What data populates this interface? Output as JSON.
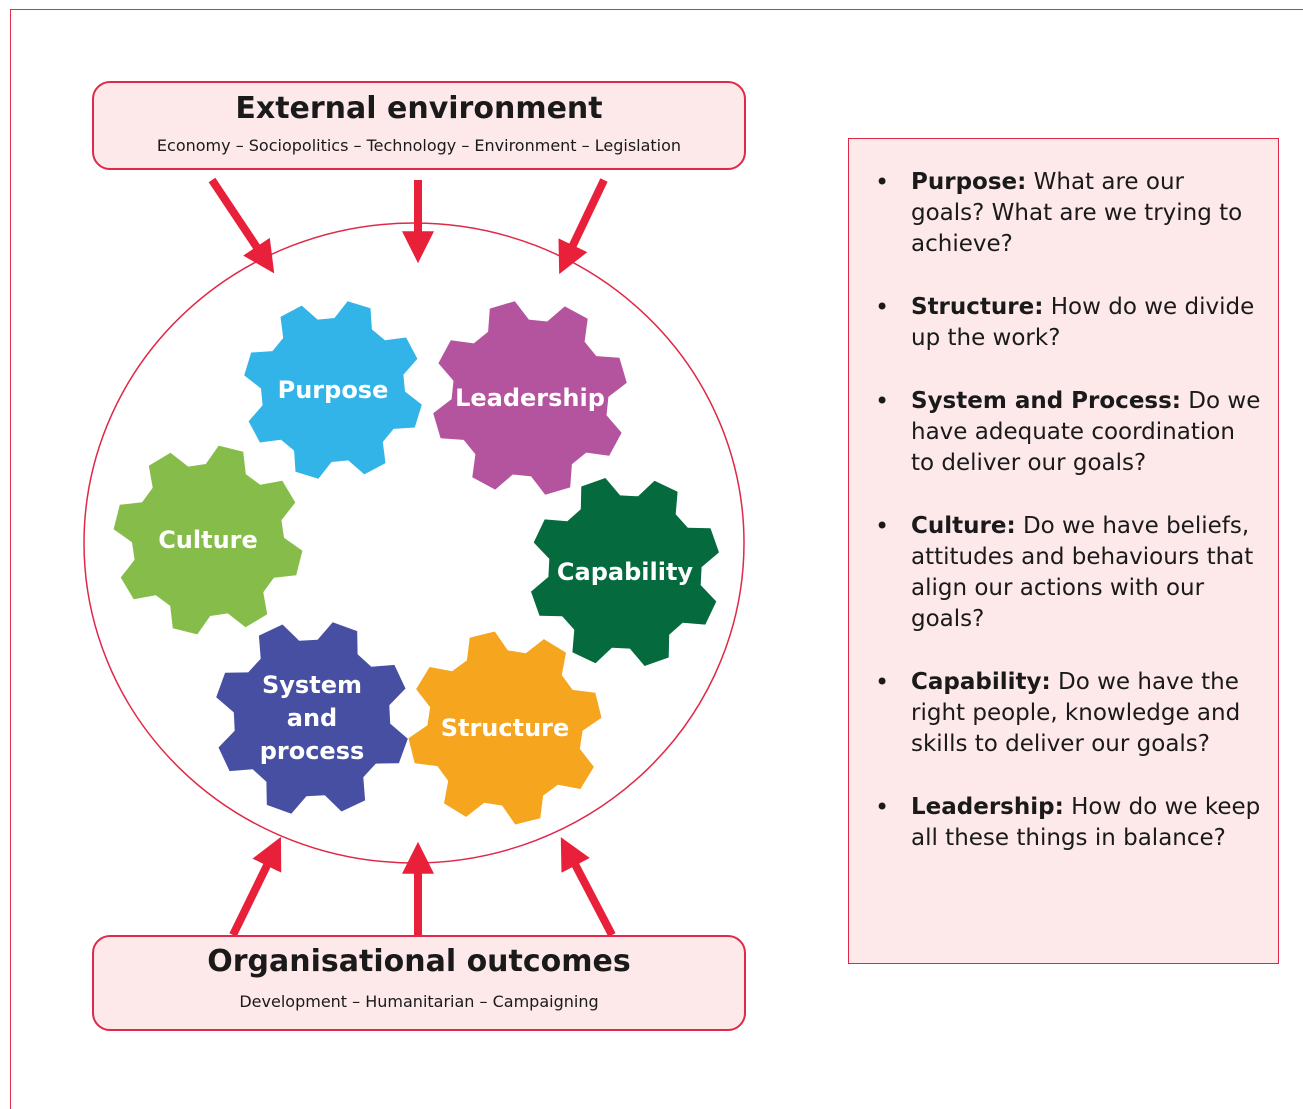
{
  "external": {
    "title": "External environment",
    "subtitle": "Economy – Sociopolitics – Technology – Environment – Legislation"
  },
  "outcomes": {
    "title": "Organisational outcomes",
    "subtitle": "Development – Humanitarian – Campaigning"
  },
  "gears": [
    {
      "label": "Purpose",
      "color": "#33b4e8"
    },
    {
      "label": "Leadership",
      "color": "#b4539e"
    },
    {
      "label": "Culture",
      "color": "#86bd4a"
    },
    {
      "label": "Capability",
      "color": "#066a3f"
    },
    {
      "label": "System and process",
      "color": "#474fa3"
    },
    {
      "label": "Structure",
      "color": "#f6a51f"
    }
  ],
  "questions": [
    {
      "term": "Purpose:",
      "text": " What are our goals? What are we trying to achieve?"
    },
    {
      "term": "Structure:",
      "text": " How do we divide up the work?"
    },
    {
      "term": "System and Process:",
      "text": " Do we have adequate coordination to deliver our goals?"
    },
    {
      "term": "Culture:",
      "text": " Do we have beliefs, attitudes and behaviours that align our actions with our goals?"
    },
    {
      "term": "Capability:",
      "text": " Do we have the right people, knowledge and skills to deliver our goals?"
    },
    {
      "term": "Leadership:",
      "text": " How do we keep all these things in balance?"
    }
  ],
  "colors": {
    "accent": "#e02848",
    "box_fill": "#fde8ea"
  }
}
